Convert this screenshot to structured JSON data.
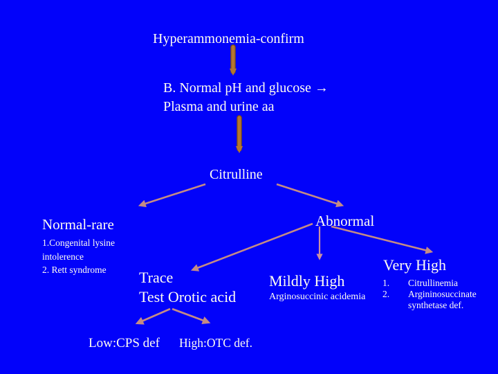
{
  "slide": {
    "title": "Hyperammonemia-confirm",
    "step_b": {
      "line1": "B. Normal pH and glucose →",
      "line2": "Plasma and urine aa"
    },
    "citrulline_label": "Citrulline",
    "normal_branch": {
      "label": "Normal-rare",
      "items": [
        "1.Congenital lysine intolerence",
        "2. Rett syndrome"
      ]
    },
    "abnormal_branch": {
      "label": "Abnormal"
    },
    "trace": {
      "line1": "Trace",
      "line2": "Test Orotic acid"
    },
    "mildly_high": {
      "label": "Mildly High",
      "sublabel": "Arginosuccinic acidemia"
    },
    "very_high": {
      "label": "Very High",
      "items": [
        {
          "num": "1.",
          "text": "Citrullinemia"
        },
        {
          "num": "2.",
          "text": "Argininosuccinate synthetase def."
        }
      ]
    },
    "outcomes": {
      "low": "Low:CPS def",
      "high": "High:OTC def."
    },
    "colors": {
      "background": "#0202fa",
      "text": "#fffdf2",
      "arrow_brown": "#b4762f",
      "arrow_brown_outline": "#7c4c16",
      "arrow_rose": "#c48b85",
      "arrow_rose_vertical": "#ca90a0"
    }
  }
}
